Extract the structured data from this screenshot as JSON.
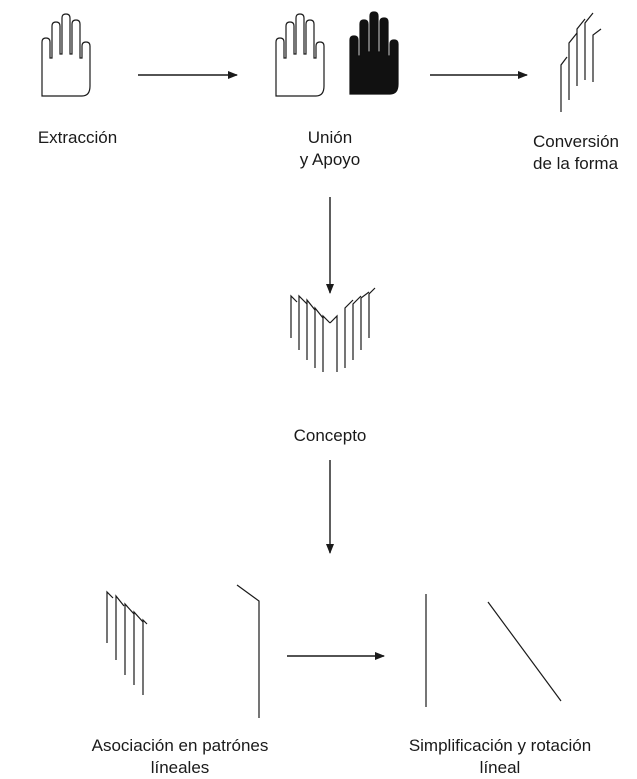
{
  "labels": {
    "extraction": [
      "Extracción"
    ],
    "union": [
      "Unión",
      "y Apoyo"
    ],
    "conversion": [
      "Conversión",
      "de la forma"
    ],
    "concept": [
      "Concepto"
    ],
    "association": [
      "Asociación en patrónes",
      "líneales"
    ],
    "simplification": [
      "Simplificación y rotación",
      "líneal"
    ]
  },
  "colors": {
    "stroke": "#1a1a1a",
    "fill_dark": "#111111"
  },
  "icons": {
    "extraction": "hand-outline-icon",
    "union_outline": "hand-outline-icon",
    "union_filled": "hand-filled-icon",
    "conversion": "linear-hand-icon",
    "concept": "linear-concept-icon",
    "association_a": "parallel-lines-icon",
    "association_b": "bent-line-icon",
    "simplification_a": "vertical-line-icon",
    "simplification_b": "diagonal-line-icon"
  }
}
